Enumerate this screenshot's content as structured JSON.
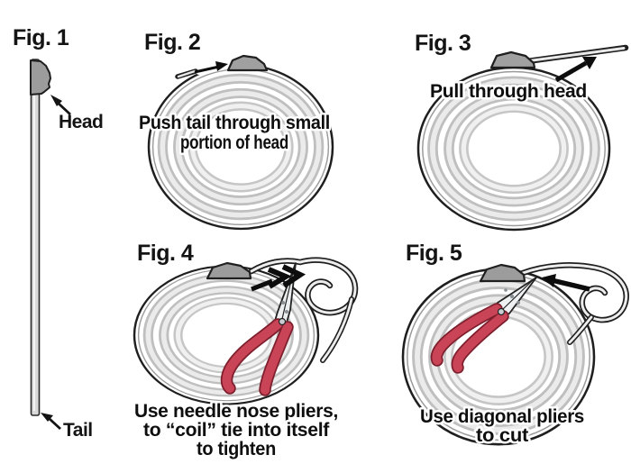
{
  "figures": {
    "fig1": {
      "title": "Fig. 1",
      "head_label": "Head",
      "tail_label": "Tail"
    },
    "fig2": {
      "title": "Fig. 2",
      "caption": [
        "Push tail through small",
        "portion of head"
      ]
    },
    "fig3": {
      "title": "Fig. 3",
      "caption": [
        "Pull through head"
      ]
    },
    "fig4": {
      "title": "Fig. 4",
      "caption": [
        "Use needle nose pliers,",
        "to “coil” tie into itself",
        "to tighten"
      ]
    },
    "fig5": {
      "title": "Fig. 5",
      "caption": [
        "Use diagonal pliers",
        "to cut"
      ]
    }
  },
  "colors": {
    "background": "#ffffff",
    "outline": "#1f1f1f",
    "tie_head_gray": "#9c9c9c",
    "tie_band_gray": "#c0c0c0",
    "tie_band_light": "#ebebeb",
    "plier_handle_red": "#c94456",
    "plier_handle_dark_red": "#7e1f2d",
    "plier_jaw_silver": "#eef0f1",
    "text": "#0e0e0e",
    "text_halo": "#ffffff"
  }
}
